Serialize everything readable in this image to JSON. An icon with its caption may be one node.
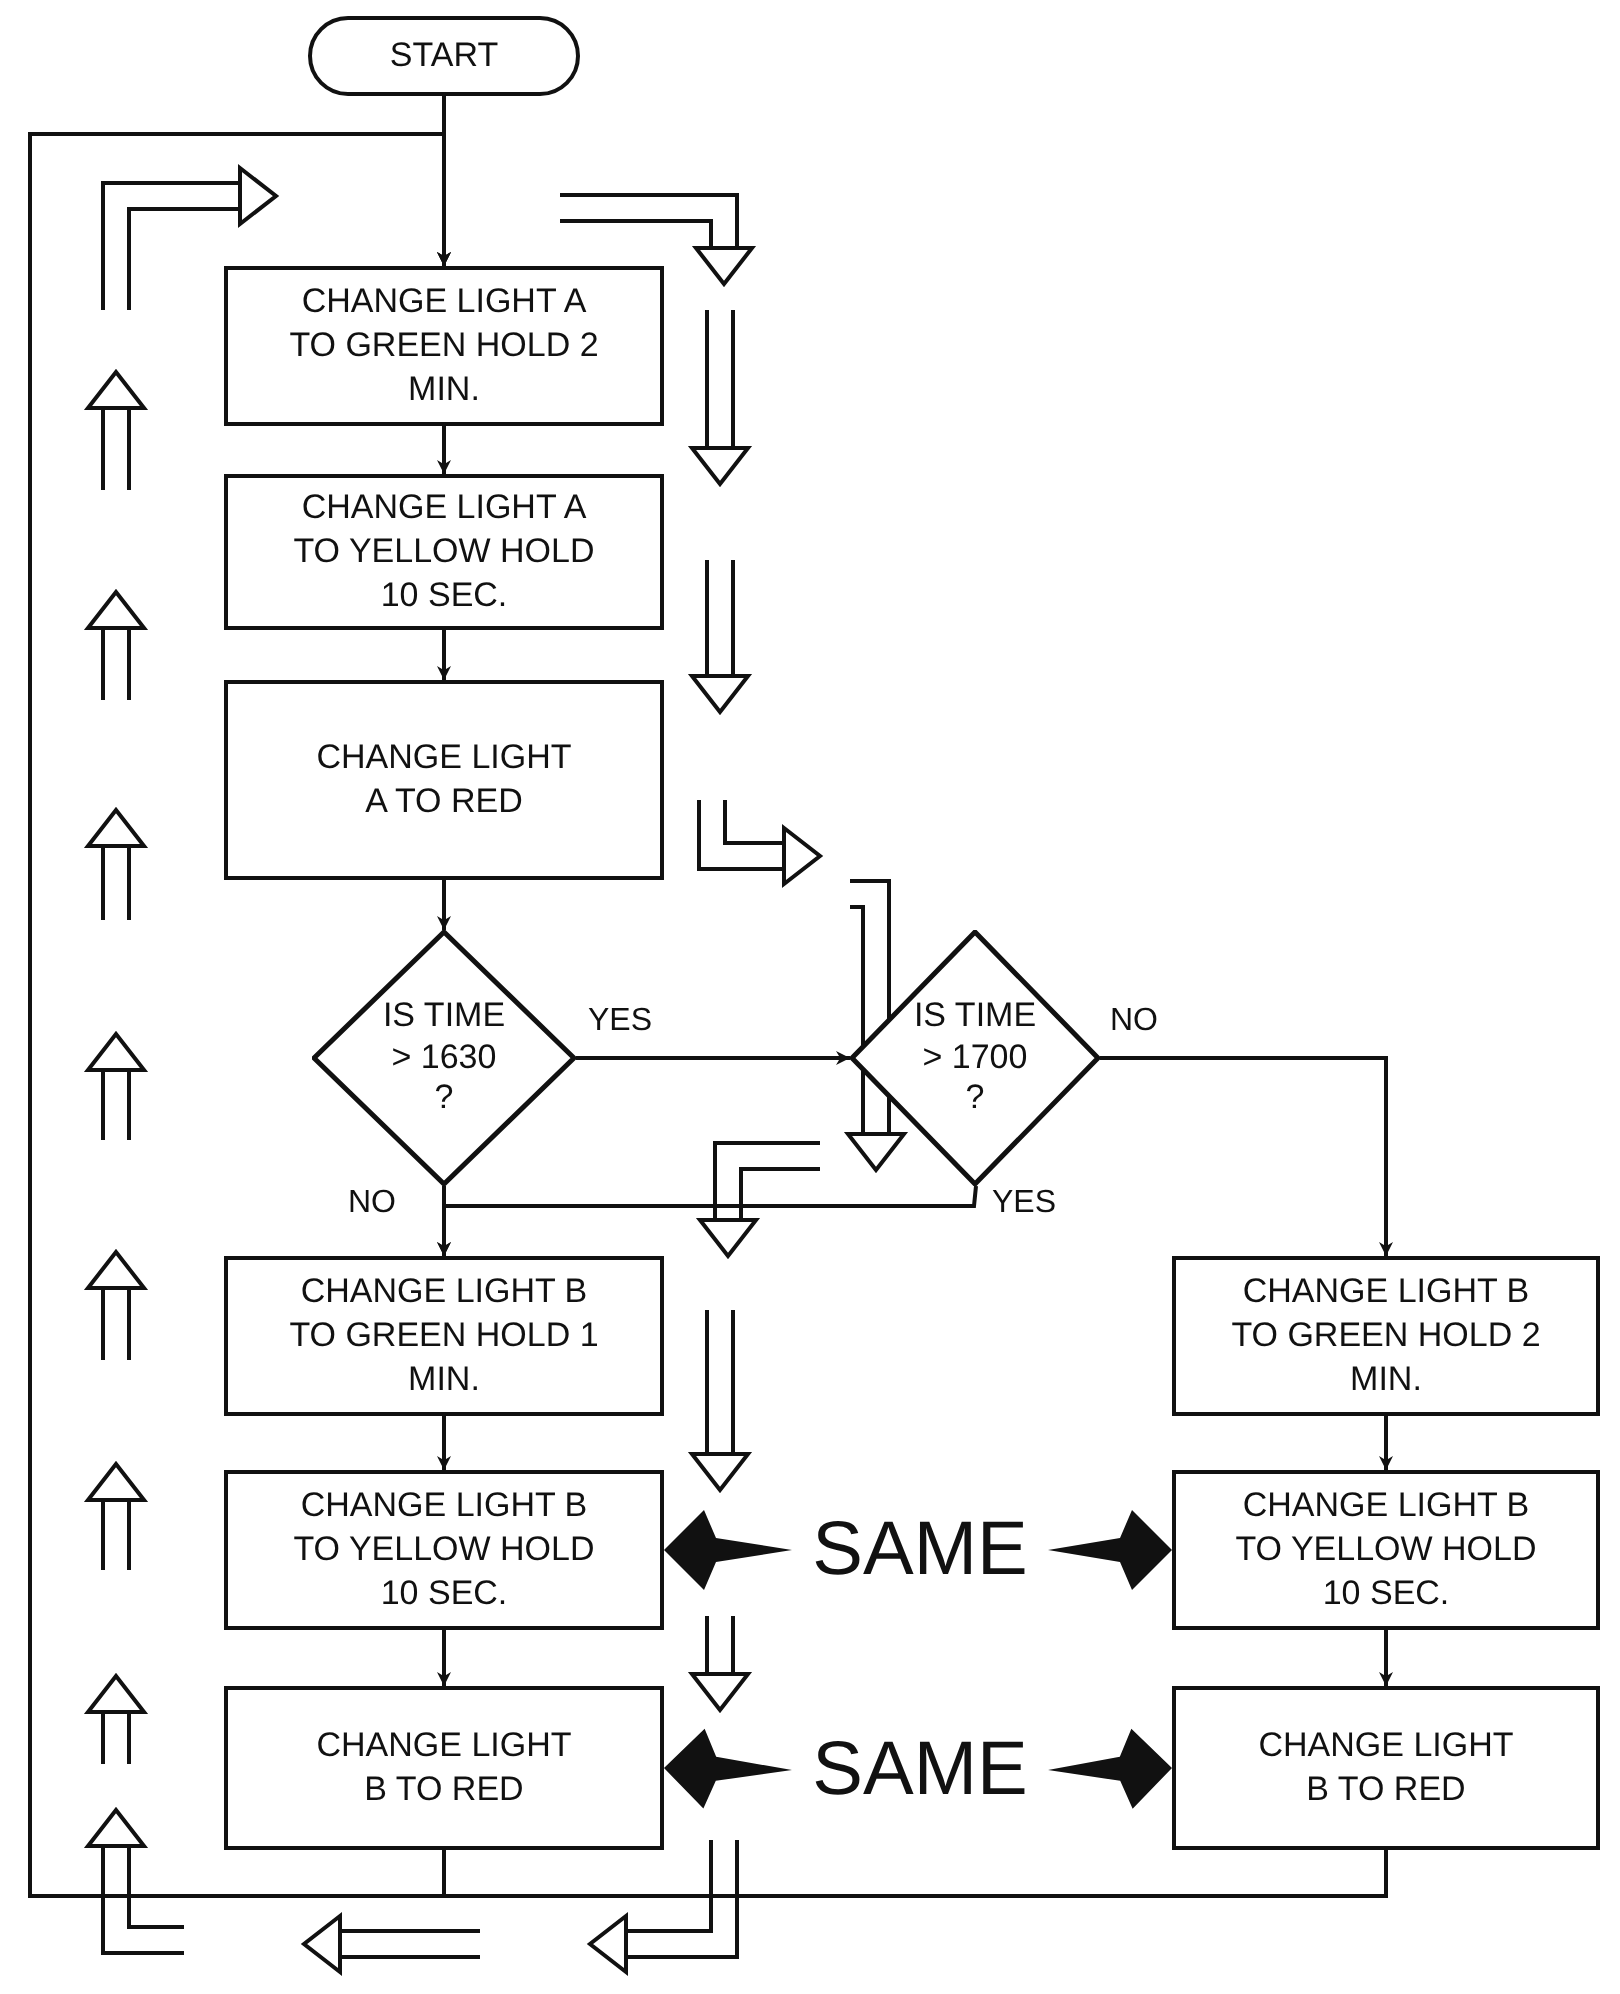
{
  "diagram": {
    "nodes": [
      {
        "text": [
          "START"
        ]
      },
      {
        "text": [
          "CHANGE LIGHT A TO GREEN HOLD 2 MIN."
        ]
      },
      {
        "text": [
          "CHANGE LIGHT A TO YELLOW HOLD 10 SEC."
        ]
      },
      {
        "text": [
          "CHANGE LIGHT A TO RED"
        ]
      },
      {
        "text": [
          "IS TIME > 1630 ?"
        ]
      },
      {
        "text": [
          "IS TIME > 1700 ?"
        ]
      },
      {
        "text": [
          "CHANGE LIGHT B TO GREEN HOLD 1 MIN."
        ]
      },
      {
        "text": [
          "CHANGE LIGHT B TO YELLOW HOLD 10 SEC."
        ]
      },
      {
        "text": [
          "CHANGE LIGHT B TO RED"
        ]
      },
      {
        "text": [
          "CHANGE LIGHT B TO GREEN HOLD 2 MIN."
        ]
      },
      {
        "text": [
          "CHANGE LIGHT B TO YELLOW HOLD 10 SEC."
        ]
      },
      {
        "text": [
          "CHANGE LIGHT B TO RED"
        ]
      },
      {
        "text": [
          "SAME"
        ]
      },
      {
        "text": [
          "SAME"
        ]
      }
    ],
    "edges": [
      {
        "from": 0,
        "to": 1,
        "arrow": "to"
      },
      {
        "from": 1,
        "to": 2,
        "arrow": "to"
      },
      {
        "from": 2,
        "to": 3,
        "arrow": "to"
      },
      {
        "from": 3,
        "to": 4,
        "arrow": "to"
      },
      {
        "from": 4,
        "to": 5,
        "arrow": "to",
        "label": "YES"
      },
      {
        "from": 4,
        "to": 6,
        "arrow": "to",
        "label": "NO"
      },
      {
        "from": 5,
        "to": 6,
        "arrow": "to",
        "label": "YES"
      },
      {
        "from": 5,
        "to": 9,
        "arrow": "to",
        "label": "NO"
      },
      {
        "from": 6,
        "to": 7,
        "arrow": "to"
      },
      {
        "from": 7,
        "to": 8,
        "arrow": "to"
      },
      {
        "from": 9,
        "to": 10,
        "arrow": "to"
      },
      {
        "from": 10,
        "to": 11,
        "arrow": "to"
      },
      {
        "from": 8,
        "to": 1,
        "arrow": "to"
      },
      {
        "from": 11,
        "to": 1,
        "arrow": "to"
      },
      {
        "from": 12,
        "to": 7,
        "arrow": "to",
        "style": "thick"
      },
      {
        "from": 12,
        "to": 10,
        "arrow": "to",
        "style": "thick"
      },
      {
        "from": 13,
        "to": 8,
        "arrow": "to",
        "style": "thick"
      },
      {
        "from": 13,
        "to": 11,
        "arrow": "to",
        "style": "thick"
      }
    ]
  }
}
